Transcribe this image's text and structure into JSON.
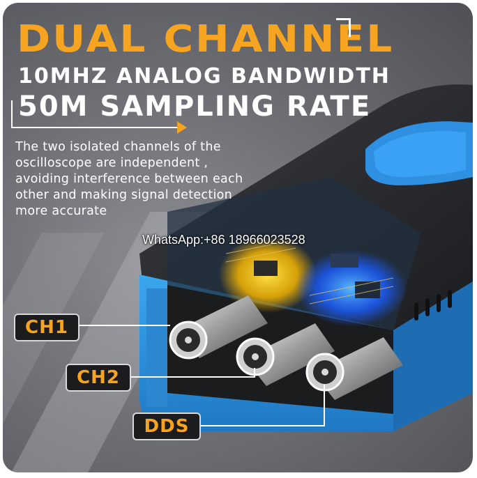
{
  "headline": {
    "title": "DUAL CHANNEL",
    "bandwidth": "10MHZ ANALOG BANDWIDTH",
    "sampling": "50M SAMPLING RATE"
  },
  "description": "The two isolated channels of the oscilloscope are independent , avoiding interference between each other and making signal detection more accurate",
  "watermark": "WhatsApp:+86 18966023528",
  "ports": [
    {
      "label": "CH1"
    },
    {
      "label": "CH2"
    },
    {
      "label": "DDS"
    }
  ],
  "colors": {
    "accent_orange": "#f7a520",
    "device_blue": "#2a8fd8",
    "background_gray": "#6f7075"
  }
}
